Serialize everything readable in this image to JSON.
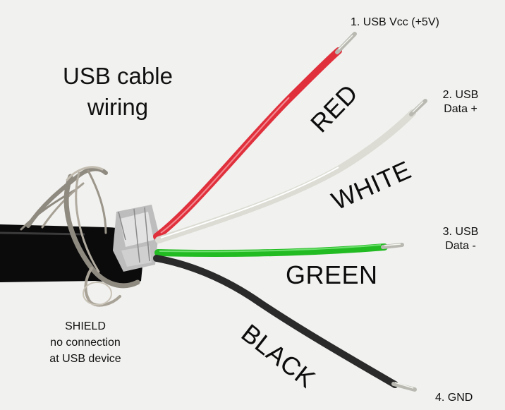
{
  "title": {
    "line1": "USB cable",
    "line2": "wiring"
  },
  "wires": [
    {
      "name": "RED",
      "color": "#e0303c",
      "pin_line1": "1. USB Vcc (+5V)",
      "pin_line2": ""
    },
    {
      "name": "WHITE",
      "color": "#e6e6e0",
      "pin_line1": "2. USB",
      "pin_line2": "Data +"
    },
    {
      "name": "GREEN",
      "color": "#22bb22",
      "pin_line1": "3. USB",
      "pin_line2": "Data -"
    },
    {
      "name": "BLACK",
      "color": "#2a2a2a",
      "pin_line1": "4. GND",
      "pin_line2": ""
    }
  ],
  "shield": {
    "line1": "SHIELD",
    "line2": "no connection",
    "line3": "at USB device"
  },
  "colors": {
    "background": "#f1f1ef",
    "cable_jacket": "#0b0b0b",
    "foil": "#c8c8c8",
    "shield_braid": "#8f8a80",
    "copper_tip": "#b9b9b2"
  }
}
